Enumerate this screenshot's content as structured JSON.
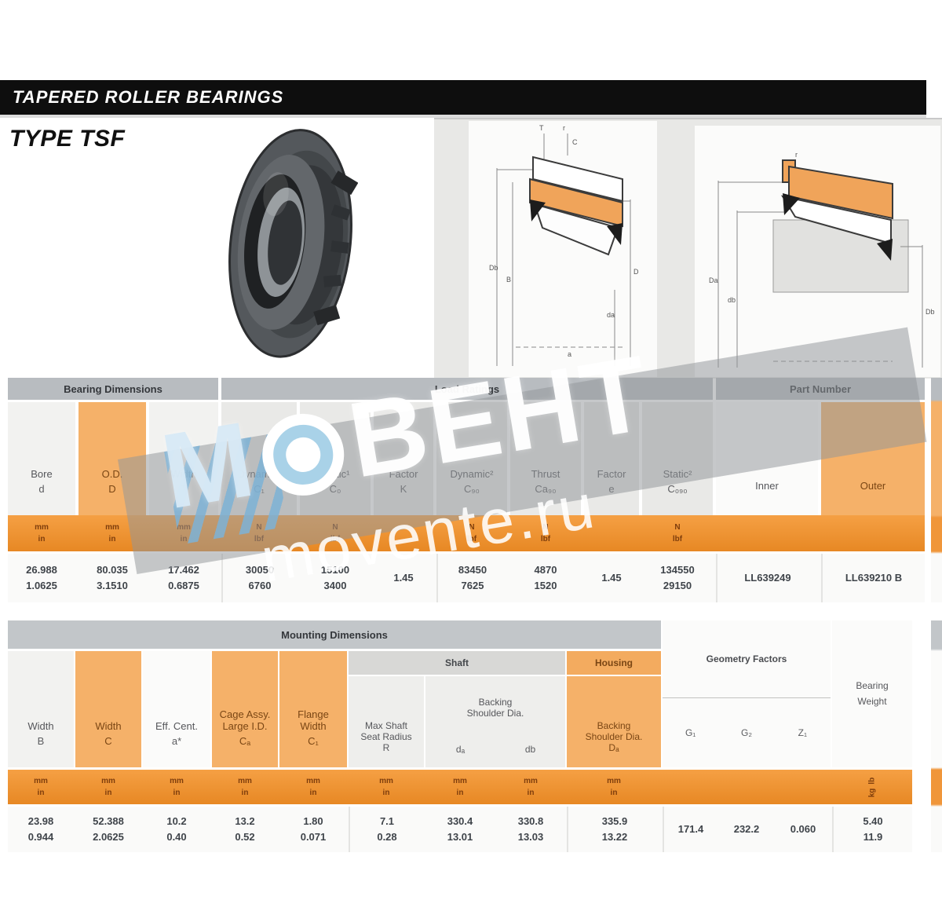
{
  "page": {
    "banner": "TAPERED ROLLER BEARINGS",
    "type_label": "TYPE TSF"
  },
  "watermark": {
    "m": "М",
    "vent": "ВЕНТ",
    "site": "movente.ru"
  },
  "diagram1": {
    "labels": [
      "r",
      "T",
      "C",
      "Db",
      "B",
      "D",
      "da",
      "a"
    ]
  },
  "diagram2": {
    "labels": [
      "Da",
      "db",
      "Db",
      "r"
    ]
  },
  "table1": {
    "group_dims": "Bearing Dimensions",
    "group_load": "Load Ratings",
    "group_part": "Part Number",
    "cols": [
      {
        "t": "Bore",
        "s": "d"
      },
      {
        "t": "O.D.",
        "s": "D"
      },
      {
        "t": "Width",
        "s": "T"
      },
      {
        "t": "Dynamic¹",
        "s": "C₁"
      },
      {
        "t": "Static¹",
        "s": "C₀"
      },
      {
        "t": "Factor",
        "s": "K"
      },
      {
        "t": "Dynamic²",
        "s": "C₉₀"
      },
      {
        "t": "Thrust",
        "s": "Ca₉₀"
      },
      {
        "t": "Factor",
        "s": "e"
      },
      {
        "t": "Static²",
        "s": "C₀₉₀"
      },
      {
        "t": "Inner",
        "s": ""
      },
      {
        "t": "Outer",
        "s": ""
      }
    ],
    "units": [
      [
        "mm",
        "in"
      ],
      [
        "mm",
        "in"
      ],
      [
        "mm",
        "in"
      ],
      [
        "N",
        "lbf"
      ],
      [
        "N",
        "lbf"
      ],
      [
        "",
        ""
      ],
      [
        "N",
        "lbf"
      ],
      [
        "N",
        "lbf"
      ],
      [
        "",
        ""
      ],
      [
        "N",
        "lbf"
      ],
      [
        "",
        ""
      ],
      [
        "",
        ""
      ]
    ],
    "row": [
      [
        "26.988",
        "1.0625"
      ],
      [
        "80.035",
        "3.1510"
      ],
      [
        "17.462",
        "0.6875"
      ],
      [
        "30050",
        "6760"
      ],
      [
        "15100",
        "3400"
      ],
      [
        "1.45",
        ""
      ],
      [
        "83450",
        "7625"
      ],
      [
        "4870",
        "1520"
      ],
      [
        "1.45",
        ""
      ],
      [
        "134550",
        "29150"
      ],
      [
        "LL639249",
        ""
      ],
      [
        "LL639210 B",
        ""
      ]
    ]
  },
  "table2": {
    "group_mount": "Mounting Dimensions",
    "group_shaft": "Shaft",
    "group_housing": "Housing",
    "group_geom": "Geometry Factors",
    "group_weight_1": "Bearing",
    "group_weight_2": "Weight",
    "cols": [
      {
        "t": "Width",
        "t2": "",
        "s": "B"
      },
      {
        "t": "Width",
        "t2": "",
        "s": "C"
      },
      {
        "t": "Eff. Cent.",
        "t2": "",
        "s": "a*"
      },
      {
        "t": "Cage Assy.",
        "t2": "Large I.D.",
        "s": "Cₐ"
      },
      {
        "t": "Flange",
        "t2": "Width",
        "s": "C₁"
      },
      {
        "t": "Max Shaft",
        "t2": "Seat Radius",
        "s": "R"
      }
    ],
    "backing_shaft": {
      "l1": "Backing",
      "l2": "Shoulder Dia.",
      "s1": "dₐ",
      "s2": "db"
    },
    "housing_col": {
      "l1": "Backing",
      "l2": "Shoulder Dia.",
      "s": "Dₐ"
    },
    "geom_syms": [
      "G₁",
      "G₂",
      "Z₁"
    ],
    "units": [
      [
        "mm",
        "in"
      ],
      [
        "mm",
        "in"
      ],
      [
        "mm",
        "in"
      ],
      [
        "mm",
        "in"
      ],
      [
        "mm",
        "in"
      ],
      [
        "mm",
        "in"
      ],
      [
        "mm",
        "in"
      ],
      [
        "mm",
        "in"
      ],
      [
        "mm",
        "in"
      ],
      [
        "",
        ""
      ],
      [
        "",
        ""
      ],
      [
        "",
        ""
      ],
      [
        "kg",
        "lb"
      ]
    ],
    "row": [
      [
        "23.98",
        "0.944"
      ],
      [
        "52.388",
        "2.0625"
      ],
      [
        "10.2",
        "0.40"
      ],
      [
        "13.2",
        "0.52"
      ],
      [
        "1.80",
        "0.071"
      ],
      [
        "7.1",
        "0.28"
      ],
      [
        "330.4",
        "13.01"
      ],
      [
        "330.8",
        "13.03"
      ],
      [
        "335.9",
        "13.22"
      ],
      [
        "171.4",
        ""
      ],
      [
        "232.2",
        ""
      ],
      [
        "0.060",
        ""
      ],
      [
        "5.40",
        "11.9"
      ]
    ]
  }
}
